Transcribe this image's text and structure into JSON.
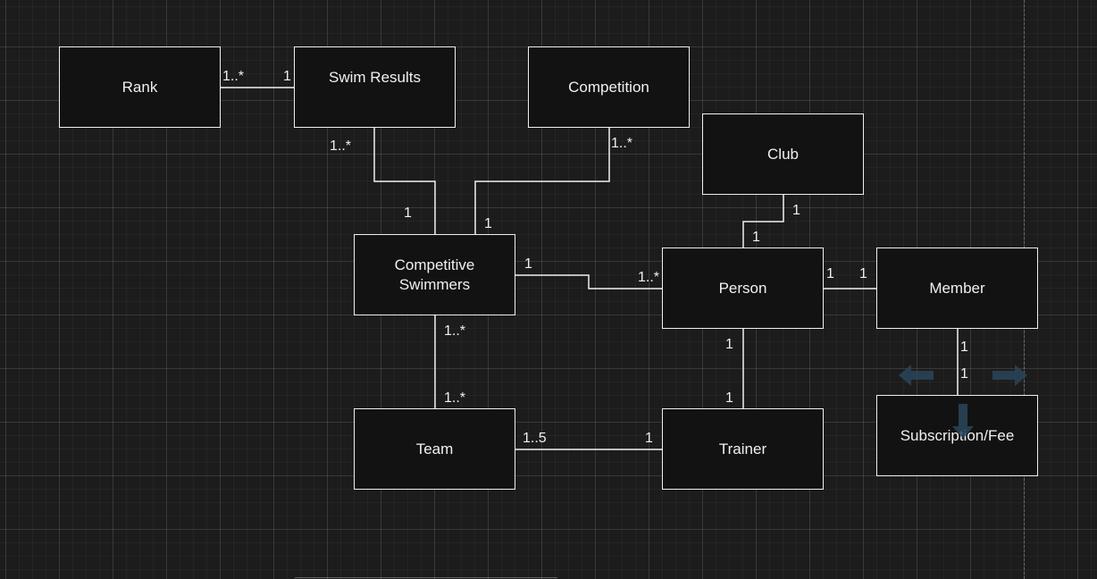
{
  "diagram": {
    "nodes": {
      "rank": "Rank",
      "swim_results": "Swim Results",
      "competition": "Competition",
      "club": "Club",
      "competitive_swimmers_line1": "Competitive",
      "competitive_swimmers_line2": "Swimmers",
      "person": "Person",
      "member": "Member",
      "team": "Team",
      "trainer": "Trainer",
      "subscription": "Subscription/Fee"
    },
    "multiplicities": {
      "rank_swim_rank_end": "1..*",
      "rank_swim_swim_end": "1",
      "swim_comp_swim_end": "1..*",
      "swim_comp_comp_end": "1",
      "competition_comp_competition_end": "1..*",
      "competition_comp_comp_end": "1",
      "club_person_club_end": "1",
      "club_person_person_end": "1",
      "comp_person_comp_end": "1",
      "comp_person_person_end": "1..*",
      "person_member_person_end": "1",
      "person_member_member_end": "1",
      "member_sub_member_end": "1",
      "member_sub_sub_end": "1",
      "comp_team_comp_end": "1..*",
      "comp_team_team_end": "1..*",
      "person_trainer_person_end": "1",
      "person_trainer_trainer_end": "1",
      "team_trainer_team_end": "1..5",
      "team_trainer_trainer_end": "1"
    }
  },
  "colors": {
    "background": "#1c1c1c",
    "box_fill": "#121212",
    "stroke": "#f0f0f0",
    "hint_arrow": "#29465b"
  },
  "icons": {
    "hint_left": "arrow-left-icon",
    "hint_right": "arrow-right-icon",
    "hint_down": "arrow-down-icon"
  }
}
